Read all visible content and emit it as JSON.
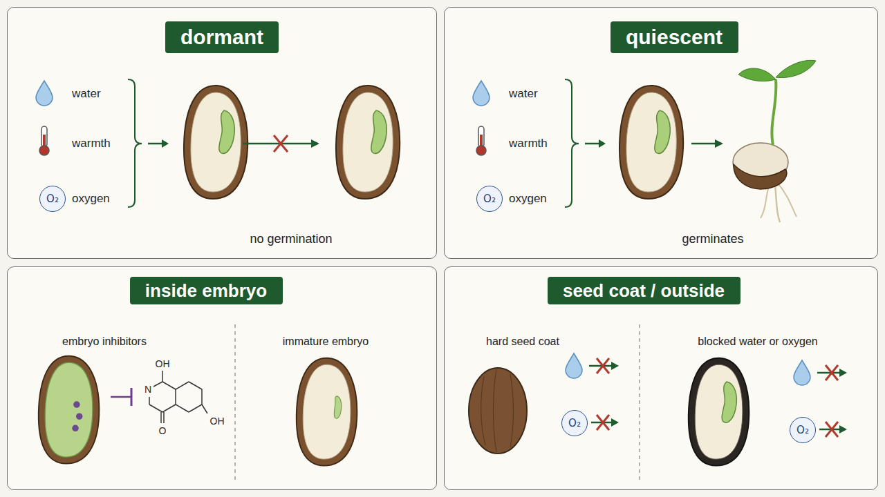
{
  "diagram": {
    "nodes": [
      {
        "text": [
          "no germination"
        ]
      },
      {
        "text": [
          "dormant"
        ],
        "in": 0
      },
      {
        "text": [
          "O₂"
        ],
        "in": 0
      },
      {
        "text": [
          "germinates"
        ]
      },
      {
        "text": [
          "quiescent"
        ],
        "in": 3
      },
      {
        "text": [
          "O₂"
        ],
        "in": 3
      },
      {
        "text": [
          "embryo inhibitors",
          "immature embryo"
        ]
      },
      {
        "text": [
          "inside embryo"
        ],
        "in": 6
      },
      {
        "text": [
          "hard seed coat",
          "blocked water or oxygen"
        ]
      },
      {
        "text": [
          "seed coat / outside"
        ],
        "in": 8
      },
      {
        "text": [
          "O₂"
        ],
        "in": 8
      },
      {
        "text": [
          "O₂"
        ],
        "in": 8
      }
    ],
    "labels": [
      "water",
      "warmth",
      "oxygen",
      "water",
      "warmth",
      "oxygen",
      "OH",
      "N",
      "O",
      "OH"
    ]
  }
}
